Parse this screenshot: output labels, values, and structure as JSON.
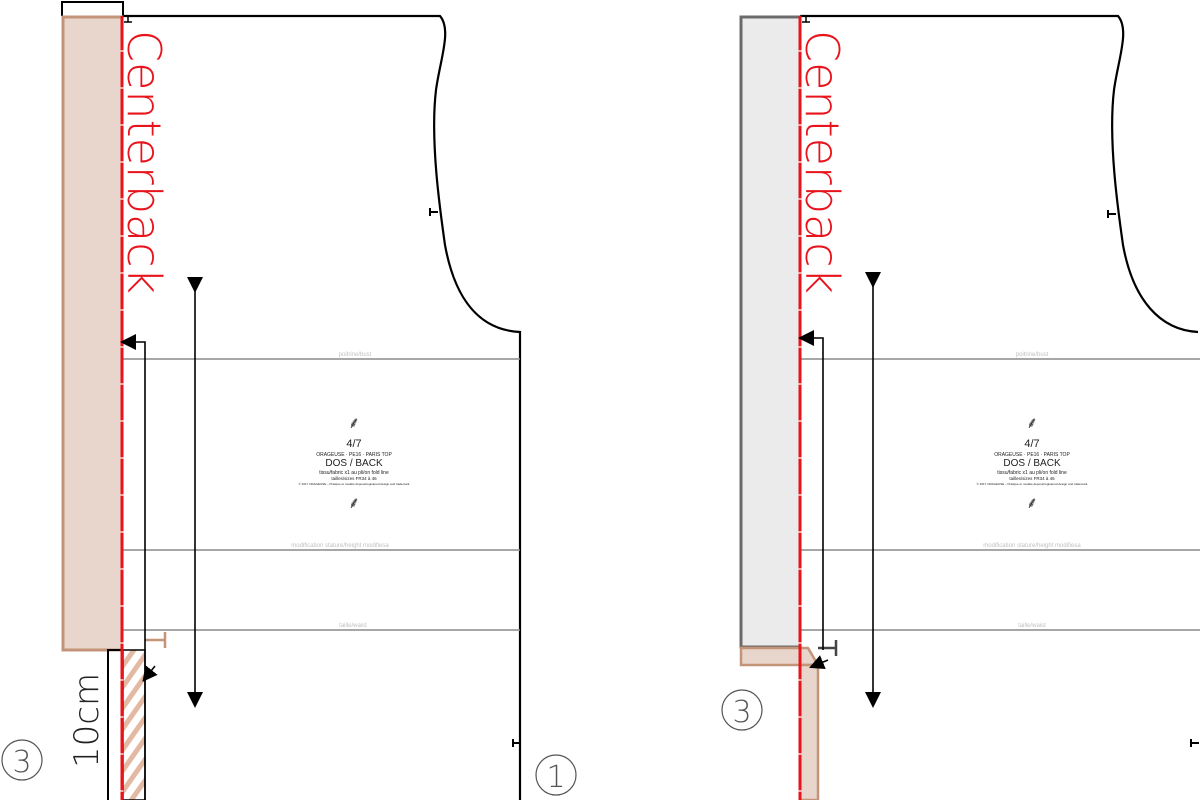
{
  "colors": {
    "centerline": "#e8131b",
    "extension_fill": "#e8d5cc",
    "extension_stroke": "#c49479",
    "band_fill": "#ebebeb",
    "band_stroke": "#6b6b6b",
    "pattern_line": "#000000",
    "guide_line": "#8a8a8a",
    "guide_text": "#c0c0c0"
  },
  "left_panel": {
    "centerback_label": "Centerback",
    "measurement_label": "10cm",
    "step_number": "3",
    "piece_number": "1",
    "guides": {
      "bust": "poitrine/bust",
      "modification": "modification stature/height modifiesa",
      "waist": "taille/waist"
    },
    "piece_label": {
      "number": "4/7",
      "pattern_name": "ORAGEUSE · PE16 · PARIS TOP",
      "piece_name": "DOS / BACK",
      "fold_note": "tissu/fabric x1 au pli/on fold line",
      "sizes": "tailles/sizes FR34 à 46",
      "copyright": "© 2017 ORAGEUSE – Pratique et modèle déposé/registered design and trademark"
    }
  },
  "right_panel": {
    "centerback_label": "Centerback",
    "step_number": "3",
    "guides": {
      "bust": "poitrine/bust",
      "modification": "modification stature/height modifiesa",
      "waist": "taille/waist"
    },
    "piece_label": {
      "number": "4/7",
      "pattern_name": "ORAGEUSE · PE16 · PARIS TOP",
      "piece_name": "DOS / BACK",
      "fold_note": "tissu/fabric x1 au pli/on fold line",
      "sizes": "tailles/sizes FR34 à 46",
      "copyright": "© 2017 ORAGEUSE – Pratique et modèle déposé/registered design and trademark"
    }
  }
}
